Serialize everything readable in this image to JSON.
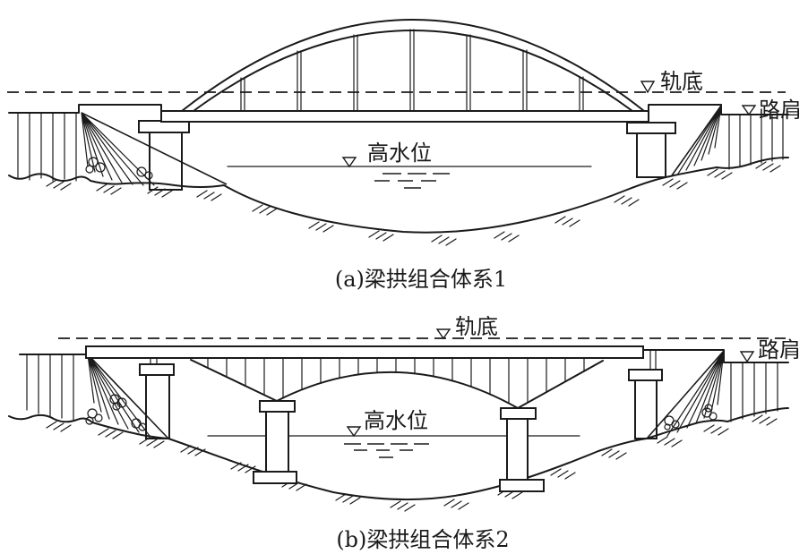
{
  "figure": {
    "background_color": "#ffffff",
    "line_color": "#1a1a1a",
    "diagrams": [
      {
        "id": "a",
        "type": "tied-arch beam-arch combination bridge elevation",
        "caption": "(a)梁拱组合体系1",
        "labels": {
          "rail_bottom": "轨底",
          "road_shoulder": "路肩",
          "high_water": "高水位"
        }
      },
      {
        "id": "b",
        "type": "deck beam with under-deck arch combination bridge elevation",
        "caption": "(b)梁拱组合体系2",
        "labels": {
          "rail_bottom": "轨底",
          "road_shoulder": "路肩",
          "high_water": "高水位"
        }
      }
    ]
  }
}
